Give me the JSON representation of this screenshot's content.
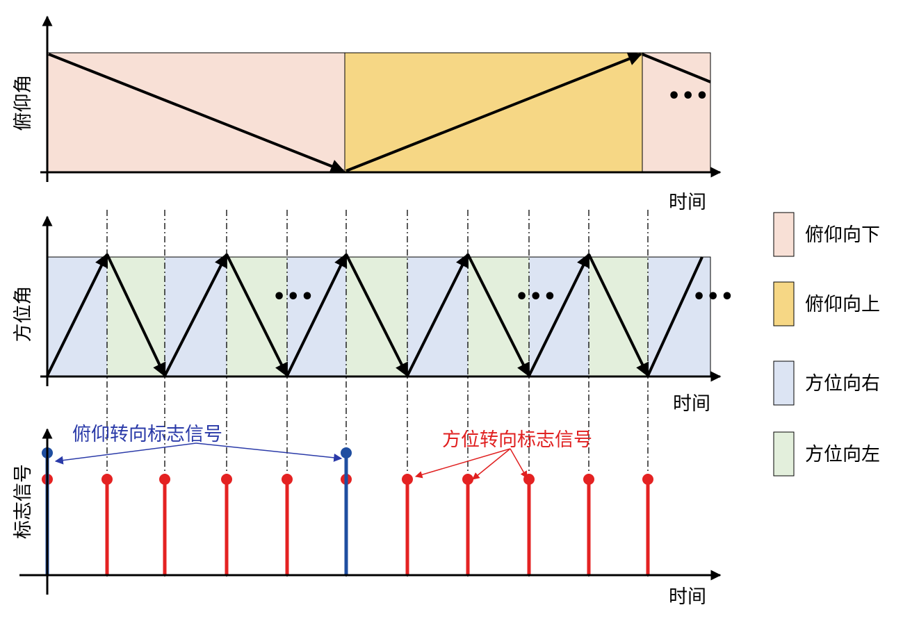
{
  "panels": {
    "elevation": {
      "ylabel": "俯仰角",
      "xlabel": "时间",
      "ellipsis": "•••"
    },
    "azimuth": {
      "ylabel": "方位角",
      "xlabel": "时间",
      "ellipsis": [
        "•••",
        "•••",
        "•••"
      ]
    },
    "flags": {
      "ylabel": "标志信号",
      "xlabel": "时间"
    }
  },
  "annotations": {
    "elevation_flag": "俯仰转向标志信号",
    "azimuth_flag": "方位转向标志信号"
  },
  "legend": [
    {
      "label": "俯仰向下",
      "color": "#f8e0d6"
    },
    {
      "label": "俯仰向上",
      "color": "#f6d785"
    },
    {
      "label": "方位向右",
      "color": "#dce4f3"
    },
    {
      "label": "方位向左",
      "color": "#e3efdc"
    }
  ],
  "colors": {
    "elevation_down": "#f8e0d6",
    "elevation_up": "#f6d785",
    "azimuth_right": "#dce4f3",
    "azimuth_left": "#e3efdc",
    "elevation_flag": "#1f4ea0",
    "azimuth_flag": "#e42222",
    "anno_blue": "#2a3aa8",
    "anno_red": "#e02020"
  }
}
